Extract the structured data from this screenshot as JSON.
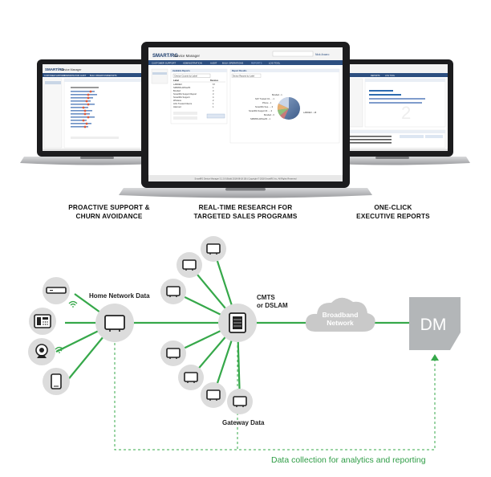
{
  "laptops": {
    "center": {
      "brand": "SMART/RG",
      "app_title": "Device Manager",
      "search_placeholder": "",
      "user_menu": "Nick Arcaro",
      "nav": [
        "CUSTOMER SUPPORT",
        "ADMINISTRATION",
        "AUDIT",
        "BULK OPERATIONS",
        "REPORTS",
        "LOG TOOL"
      ],
      "report_panel_title": "Available Reports",
      "report_select": "Device Counts by Label",
      "table_headers": [
        "Label",
        "Devices"
      ],
      "table_rows": [
        [
          "LAB/DEV",
          "67"
        ],
        [
          "SR505N ADSL2/N",
          "1"
        ],
        [
          "Bonded",
          "3"
        ],
        [
          "SmartRG Support Report",
          "3"
        ],
        [
          "SmartRG Support",
          "4"
        ],
        [
          "Wireless",
          "2"
        ],
        [
          "AOL Trusted Clients",
          "1"
        ],
        [
          "Alarmed",
          "1"
        ]
      ],
      "chart_panel_title": "Report Results",
      "chart_tab": "Device Reports by Label",
      "pie_labels": [
        "Bonded - 1",
        "SAT Trusted Cli... - 1",
        "Phone - 1",
        "SmartRG Sup... - 3",
        "SmartRG Support R... - 3",
        "Bonded - 3",
        "SR505N ADSL2/N - 1",
        "LAB/DEV - 18"
      ],
      "status_bar": "SmartRG Device Manager 3.1.0.0 (Build 2018-08-18 18) | Copyright © 2018 SmartRG Inc. All Rights Reserved"
    },
    "left": {
      "brand": "SMART/RG",
      "app_title": "Device Manager",
      "nav": [
        "CUSTOMER SUPPORT",
        "ADMINISTRATION",
        "AUDIT",
        "BULK OPERATIONS",
        "REPORTS"
      ]
    },
    "right": {
      "nav": [
        "REPORTS",
        "LOG TOOL"
      ],
      "watermark_digit": "2"
    }
  },
  "captions": {
    "left": [
      "PROACTIVE SUPPORT &",
      "CHURN AVOIDANCE"
    ],
    "center": [
      "REAL-TIME RESEARCH FOR",
      "TARGETED SALES PROGRAMS"
    ],
    "right": [
      "ONE-CLICK",
      "EXECUTIVE REPORTS"
    ]
  },
  "diagram": {
    "home_network_label": "Home Network Data",
    "cmts_label_line1": "CMTS",
    "cmts_label_line2": "or DSLAM",
    "cloud_line1": "Broadband",
    "cloud_line2": "Network",
    "dm_label": "DM",
    "gateway_label": "Gateway Data",
    "footer": "Data collection for analytics and reporting"
  },
  "colors": {
    "link_green": "#36a84a",
    "node_gray": "#dcdcdc",
    "cloud_gray": "#c9c9c9",
    "dm_gray": "#b3b6b8",
    "footer_green": "#2f9d46"
  }
}
